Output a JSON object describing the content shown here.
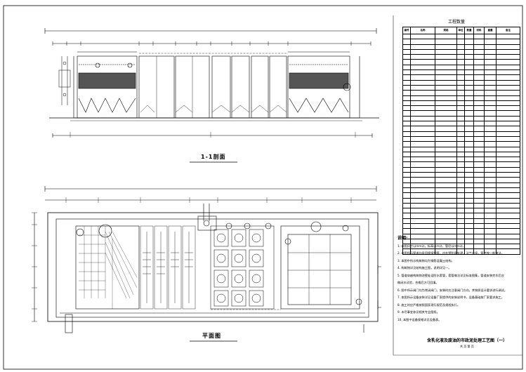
{
  "section_label": "1-1剖面",
  "plan_label": "平面图",
  "drawing_title": "含乳化液及废油的市政泥处理工艺图（一）",
  "drawing_number": "共 页 第 页",
  "table": {
    "title": "工程数量",
    "headers": [
      "编号",
      "名称",
      "规格",
      "单位",
      "数量",
      "材料",
      "重量",
      "备注"
    ],
    "row_count": 43
  },
  "notes": {
    "heading": "说明:",
    "lines": [
      "1. 本图尺寸以mm计，标高以m计，管径以mm计。",
      "2. 本图所示管道均采用焊接钢管，内外壁防腐处理，法兰连接，管件按一般做法。",
      "3. 本图中所示构筑物均为钢筋混凝土结构。",
      "4. 构筑物详见结构施工图，说明详见—。",
      "5. 管道穿越构筑物池壁处设防水套管，套管做法详见标准图集，管道安装完毕后应",
      "   做闭水试验，合格后方可回填。",
      "6. 图中所示阀门均为常闭阀门，安装时应注意阀门方向，并按照设计要求进行调试。",
      "7. 本图所示设备安装详见设备厂家提供的安装说明书，设备基础按厂家要求施工。",
      "8. 施工时应严格按照国家现行规范及规程执行。",
      "9. 未尽事宜参见相关专业图纸。",
      "10. 本图中设备规格详见设备表。"
    ]
  }
}
